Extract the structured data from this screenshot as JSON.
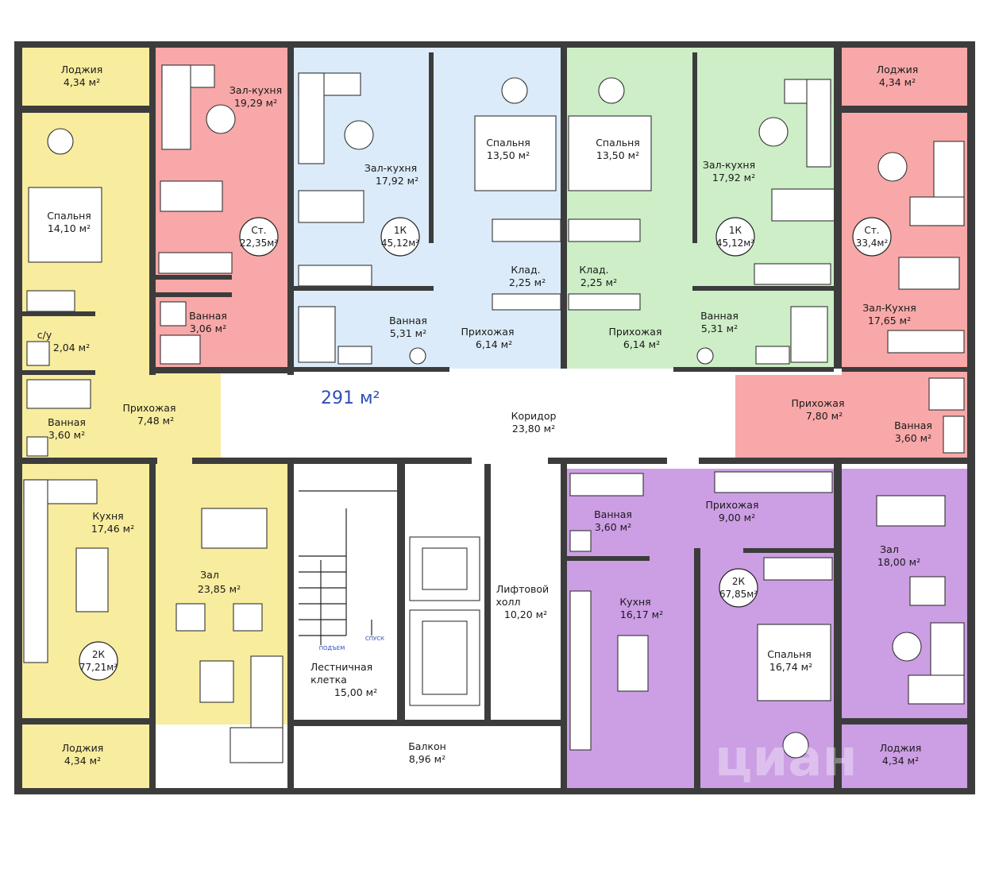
{
  "total_area": "291 м²",
  "watermark": "циан",
  "colors": {
    "yellow": "#f8ec9e",
    "pink": "#f8a8a8",
    "blue": "#dcebf9",
    "green": "#cdeec7",
    "purple": "#cc9ee4",
    "common": "#ffffff",
    "wall": "#3c3c3c"
  },
  "rooms": [
    {
      "id": "loggia-tl",
      "name": "Лоджия",
      "area": "4,34 м²"
    },
    {
      "id": "hall-kitchen-1",
      "name": "Зал-кухня",
      "area": "19,29 м²"
    },
    {
      "id": "bedroom-1",
      "name": "Спальня",
      "area": "14,10 м²"
    },
    {
      "id": "wc-1",
      "name": "с/у",
      "area": "2,04 м²"
    },
    {
      "id": "bath-st1",
      "name": "Ванная",
      "area": "3,06 м²"
    },
    {
      "id": "hall-kitchen-2",
      "name": "Зал-кухня",
      "area": "17,92 м²"
    },
    {
      "id": "bedroom-2",
      "name": "Спальня",
      "area": "13,50 м²"
    },
    {
      "id": "bedroom-3",
      "name": "Спальня",
      "area": "13,50 м²"
    },
    {
      "id": "hall-kitchen-3",
      "name": "Зал-кухня",
      "area": "17,92 м²"
    },
    {
      "id": "loggia-tr",
      "name": "Лоджия",
      "area": "4,34 м²"
    },
    {
      "id": "storage-1",
      "name": "Клад.",
      "area": "2,25 м²"
    },
    {
      "id": "storage-2",
      "name": "Клад.",
      "area": "2,25 м²"
    },
    {
      "id": "bath-1k1",
      "name": "Ванная",
      "area": "5,31 м²"
    },
    {
      "id": "hallway-1k1",
      "name": "Прихожая",
      "area": "6,14 м²"
    },
    {
      "id": "hallway-1k2",
      "name": "Прихожая",
      "area": "6,14 м²"
    },
    {
      "id": "bath-1k2",
      "name": "Ванная",
      "area": "5,31 м²"
    },
    {
      "id": "hall-kitchen-4",
      "name": "Зал-Кухня",
      "area": "17,65 м²"
    },
    {
      "id": "bath-2k1",
      "name": "Ванная",
      "area": "3,60 м²"
    },
    {
      "id": "hallway-2k1",
      "name": "Прихожая",
      "area": "7,48 м²"
    },
    {
      "id": "corridor",
      "name": "Коридор",
      "area": "23,80 м²"
    },
    {
      "id": "hallway-st2",
      "name": "Прихожая",
      "area": "7,80 м²"
    },
    {
      "id": "bath-st2",
      "name": "Ванная",
      "area": "3,60 м²"
    },
    {
      "id": "kitchen-2k1",
      "name": "Кухня",
      "area": "17,46 м²"
    },
    {
      "id": "living-2k1",
      "name": "Зал",
      "area": "23,85 м²"
    },
    {
      "id": "bath-2k2",
      "name": "Ванная",
      "area": "3,60 м²"
    },
    {
      "id": "hallway-2k2",
      "name": "Прихожая",
      "area": "9,00 м²"
    },
    {
      "id": "living-2k2",
      "name": "Зал",
      "area": "18,00 м²"
    },
    {
      "id": "lift-hall-1",
      "name": "Лифтовой",
      "area": ""
    },
    {
      "id": "lift-hall-2",
      "name": "холл",
      "area": "10,20 м²"
    },
    {
      "id": "kitchen-2k2",
      "name": "Кухня",
      "area": "16,17 м²"
    },
    {
      "id": "bedroom-4",
      "name": "Спальня",
      "area": "16,74 м²"
    },
    {
      "id": "stair-1",
      "name": "Лестничная",
      "area": ""
    },
    {
      "id": "stair-2",
      "name": "клетка",
      "area": "15,00 м²"
    },
    {
      "id": "loggia-bl",
      "name": "Лоджия",
      "area": "4,34 м²"
    },
    {
      "id": "balcony",
      "name": "Балкон",
      "area": "8,96 м²"
    },
    {
      "id": "loggia-br",
      "name": "Лоджия",
      "area": "4,34 м²"
    }
  ],
  "apartments": [
    {
      "type": "Ст.",
      "area": "22,35м²"
    },
    {
      "type": "1К",
      "area": "45,12м²"
    },
    {
      "type": "1К",
      "area": "45,12м²"
    },
    {
      "type": "Ст.",
      "area": "33,4м²"
    },
    {
      "type": "2К",
      "area": "77,21м²"
    },
    {
      "type": "2К",
      "area": "67,85м²"
    }
  ],
  "stair_labels": {
    "up": "ПОДЪЕМ",
    "down": "СПУСК"
  }
}
